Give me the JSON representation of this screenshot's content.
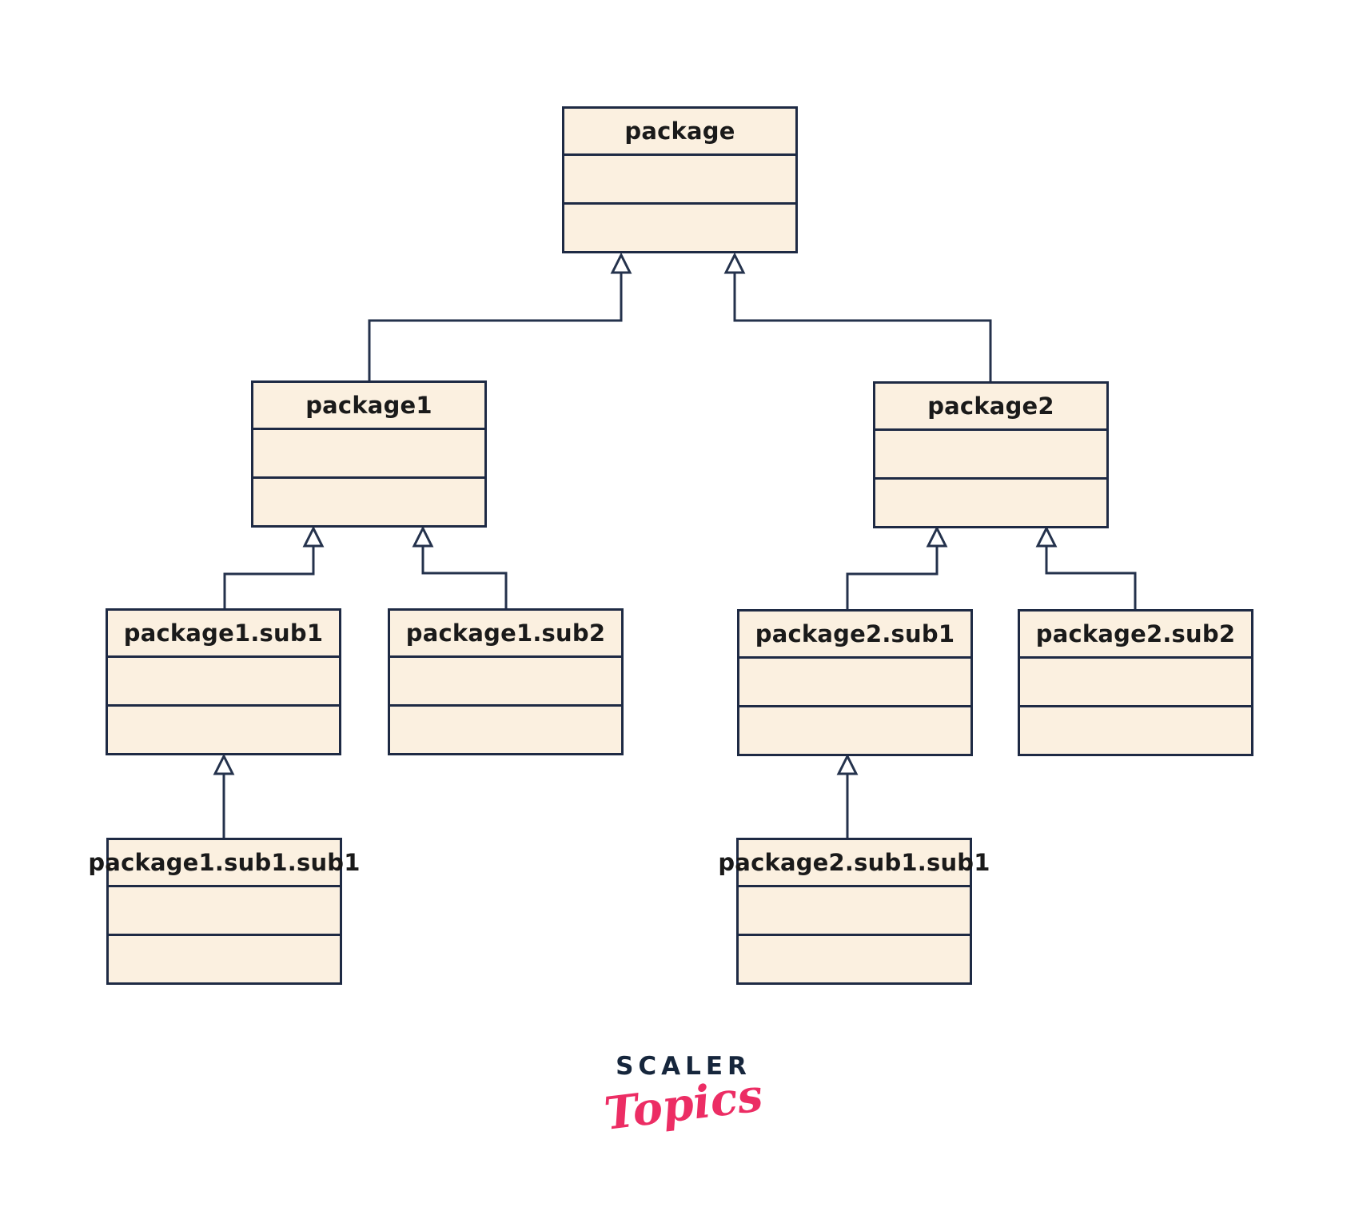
{
  "colors": {
    "node_fill": "#fbf0e0",
    "node_border": "#1e2a44",
    "connector": "#24324c",
    "label_text": "#1a1a1a",
    "logo_navy": "#16263c",
    "logo_pink": "#ec2d64",
    "page_bg": "#ffffff"
  },
  "diagram": {
    "type": "uml-package-generalization-hierarchy",
    "nodes": {
      "root": {
        "label": "package"
      },
      "p1": {
        "label": "package1"
      },
      "p2": {
        "label": "package2"
      },
      "p1s1": {
        "label": "package1.sub1"
      },
      "p1s2": {
        "label": "package1.sub2"
      },
      "p2s1": {
        "label": "package2.sub1"
      },
      "p2s2": {
        "label": "package2.sub2"
      },
      "p1s1s1": {
        "label": "package1.sub1.sub1"
      },
      "p2s1s1": {
        "label": "package2.sub1.sub1"
      }
    },
    "edges": [
      {
        "from": "package1",
        "to": "package",
        "type": "generalization"
      },
      {
        "from": "package2",
        "to": "package",
        "type": "generalization"
      },
      {
        "from": "package1.sub1",
        "to": "package1",
        "type": "generalization"
      },
      {
        "from": "package1.sub2",
        "to": "package1",
        "type": "generalization"
      },
      {
        "from": "package2.sub1",
        "to": "package2",
        "type": "generalization"
      },
      {
        "from": "package2.sub2",
        "to": "package2",
        "type": "generalization"
      },
      {
        "from": "package1.sub1.sub1",
        "to": "package1.sub1",
        "type": "generalization"
      },
      {
        "from": "package2.sub1.sub1",
        "to": "package2.sub1",
        "type": "generalization"
      }
    ]
  },
  "logo": {
    "brand": "SCALER",
    "sub": "Topics"
  }
}
